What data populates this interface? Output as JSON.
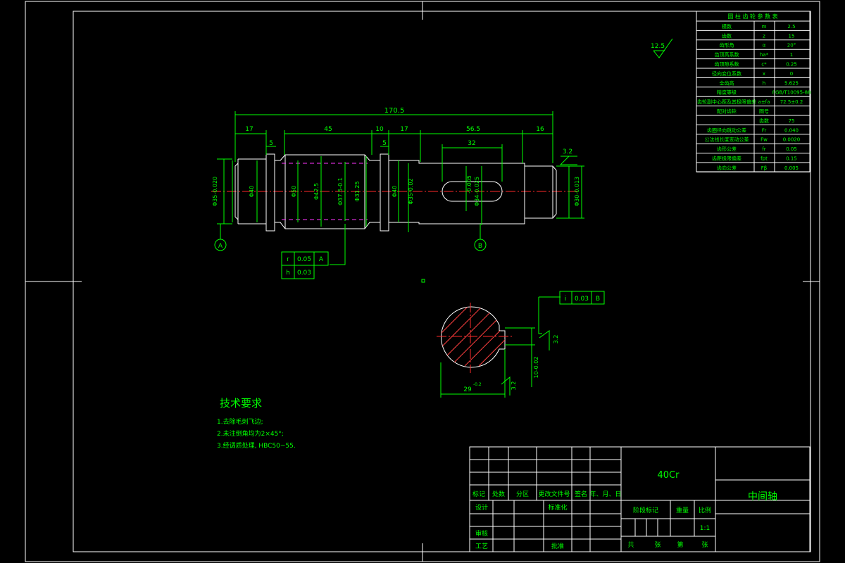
{
  "param_table": {
    "title": "圆 柱 齿 轮 参 数 表",
    "rows": [
      {
        "name": "模数",
        "sym": "m",
        "val": "2.5"
      },
      {
        "name": "齿数",
        "sym": "z",
        "val": "15"
      },
      {
        "name": "齿形角",
        "sym": "α",
        "val": "20°"
      },
      {
        "name": "齿顶高系数",
        "sym": "ha*",
        "val": "1"
      },
      {
        "name": "齿顶隙系数",
        "sym": "c*",
        "val": "0.25"
      },
      {
        "name": "径向变位系数",
        "sym": "x",
        "val": "0"
      },
      {
        "name": "全齿高",
        "sym": "h",
        "val": "5.625"
      },
      {
        "name": "精度等级",
        "sym": "",
        "val": "8GB/T10095-88"
      },
      {
        "name": "齿轮副中心距及其极限偏差",
        "sym": "a±fa",
        "val": "72.5±0.2"
      },
      {
        "name": "配对齿轮",
        "sym": "图号",
        "val": ""
      },
      {
        "name": "",
        "sym": "齿数",
        "val": "75"
      },
      {
        "name": "齿圈径向跳动公差",
        "sym": "Fr",
        "val": "0.040"
      },
      {
        "name": "公法线长度变动公差",
        "sym": "Fw",
        "val": "0.0020"
      },
      {
        "name": "齿形公差",
        "sym": "fr",
        "val": "0.05"
      },
      {
        "name": "齿距极限偏差",
        "sym": "fpt",
        "val": "0.15"
      },
      {
        "name": "齿向公差",
        "sym": "Fβ",
        "val": "0.005"
      }
    ]
  },
  "dimensions": {
    "overall": "170.5",
    "seg_17a": "17",
    "seg_45": "45",
    "seg_10": "10",
    "seg_17b": "17",
    "seg_56_5": "56.5",
    "seg_16": "16",
    "seg_5a": "5",
    "seg_5b": "5",
    "keyway_32": "32",
    "d_left": "Φ35-0.020",
    "d40a": "Φ40",
    "d50": "Φ50",
    "d42_5": "Φ42.5",
    "d37_5": "Φ37.5-0.1",
    "d31_25": "Φ31.25",
    "d40b": "Φ40",
    "d35": "Φ35-0.02",
    "d_key": "Φ34-0.025",
    "key_tol": "-0.005",
    "d_right": "Φ30-0.013",
    "roughness_top": "12.5",
    "roughness_right": "3.2",
    "roughness_sec": "3.2",
    "roughness_sec2": "3.2",
    "section_w": "10-0.02",
    "section_h": "29",
    "section_h_tol": "-0.2",
    "datum_a": "A",
    "datum_b": "B"
  },
  "tol_frame_1": {
    "sym1": "r",
    "val1": "0.05",
    "ref1": "A",
    "sym2": "h",
    "val2": "0.03"
  },
  "tol_frame_2": {
    "sym": "i",
    "val": "0.03",
    "ref": "B"
  },
  "tech": {
    "title": "技术要求",
    "lines": [
      "1.去除毛刺飞边;",
      "2.未注倒角均为2×45°;",
      "3.经调质处理, HBC50~55."
    ]
  },
  "title_block": {
    "material": "40Cr",
    "part_name": "中间轴",
    "h_biaoji": "标记",
    "h_chushu": "处数",
    "h_fenqu": "分区",
    "h_gaiwen": "更改文件号",
    "h_qianming": "签名",
    "h_date": "年、月、日",
    "sheji": "设计",
    "biaozhunhua": "标准化",
    "shenhe": "审核",
    "gongyi": "工艺",
    "pizhun": "批准",
    "jieduan": "阶段标记",
    "zhongliang": "重量",
    "bili": "比例",
    "scale": "1:1",
    "gong": "共",
    "zhang1": "张",
    "di": "第",
    "zhang2": "张"
  }
}
